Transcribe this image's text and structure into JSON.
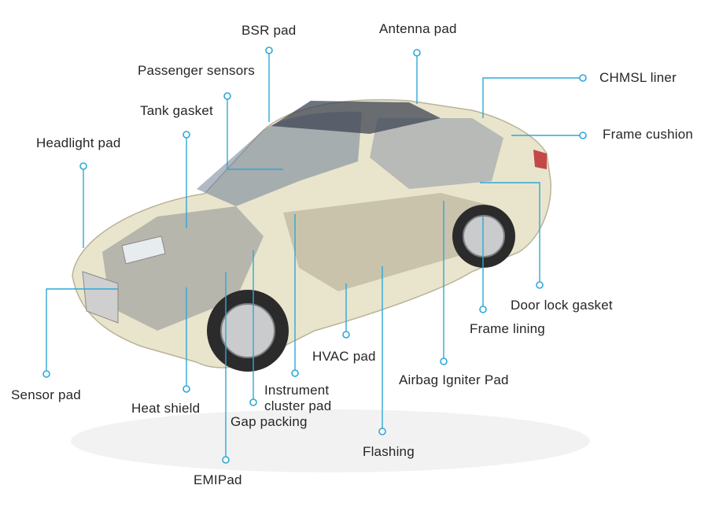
{
  "colors": {
    "leader": "#2ea8d8",
    "label_text": "#262626",
    "car_body": "#e9e4cc"
  },
  "labels": {
    "bsr_pad": "BSR pad",
    "antenna_pad": "Antenna pad",
    "passenger_sensors": "Passenger sensors",
    "chmsl_liner": "CHMSL liner",
    "tank_gasket": "Tank gasket",
    "frame_cushion": "Frame cushion",
    "headlight_pad": "Headlight pad",
    "door_lock_gasket": "Door lock gasket",
    "frame_lining": "Frame lining",
    "hvac_pad": "HVAC pad",
    "airbag_igniter_pad": "Airbag Igniter Pad",
    "instrument_cluster_pad": "Instrument\ncluster pad",
    "sensor_pad": "Sensor pad",
    "heat_shield": "Heat shield",
    "gap_packing": "Gap packing",
    "flashing": "Flashing",
    "emipad": "EMIPad"
  }
}
